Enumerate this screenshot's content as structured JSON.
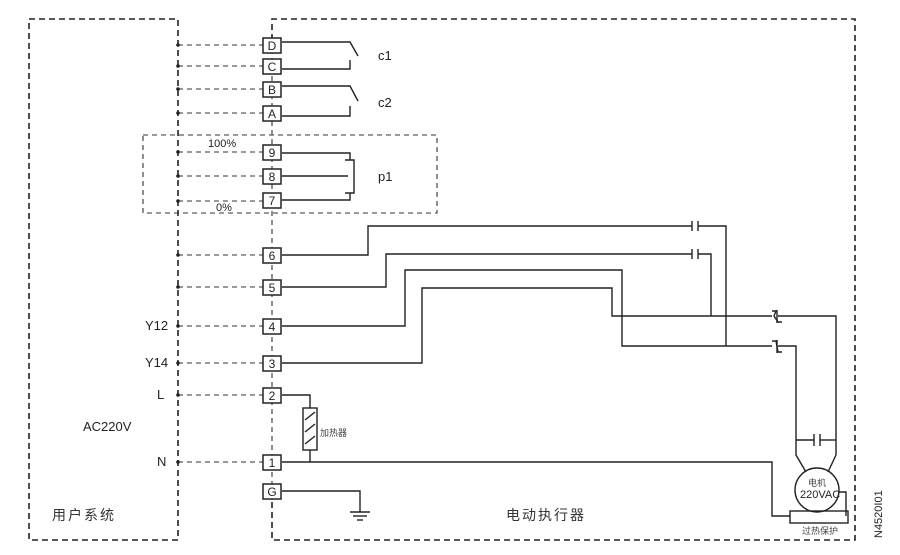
{
  "diagram": {
    "user_system": {
      "title": "用户系统",
      "supply_label": "AC220V",
      "signal_labels": {
        "y12": "Y12",
        "y14": "Y14",
        "l": "L",
        "n": "N"
      }
    },
    "actuator": {
      "title": "电动执行器",
      "terminals": [
        "D",
        "C",
        "B",
        "A",
        "9",
        "8",
        "7",
        "6",
        "5",
        "4",
        "3",
        "2",
        "1",
        "G"
      ],
      "switches": {
        "c1": "c1",
        "c2": "c2"
      },
      "potentiometer": {
        "name": "p1",
        "max_label": "100%",
        "min_label": "0%"
      },
      "heater_label": "加热器",
      "motor_label_line1": "电机",
      "motor_label_line2": "220VAC",
      "thermal_protection_label": "过热保护"
    },
    "drawing_code": "N4520I01"
  }
}
